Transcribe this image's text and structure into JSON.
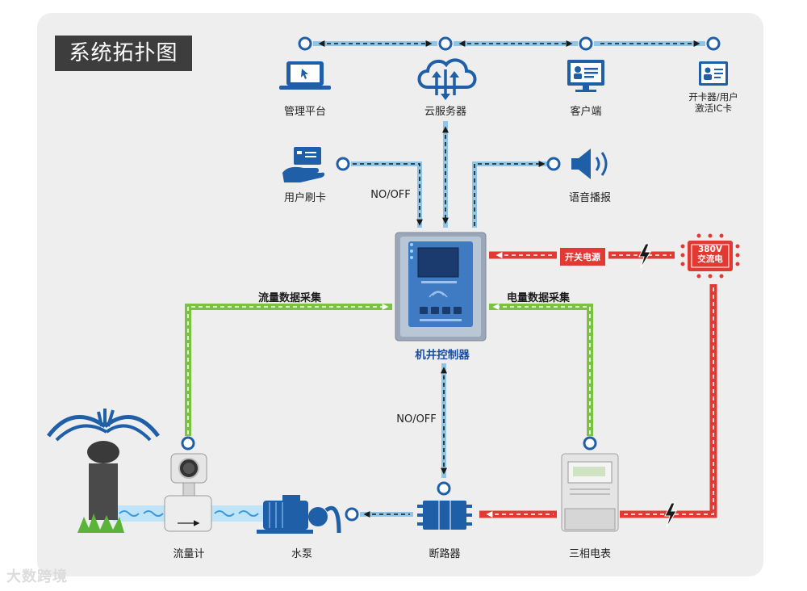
{
  "title": "系统拓扑图",
  "nodes": {
    "management": "管理平台",
    "cloud": "云服务器",
    "client": "客户端",
    "card_issuer_line1": "开卡器/用户",
    "card_issuer_line2": "激活IC卡",
    "card_swipe": "用户刷卡",
    "voice": "语音播报",
    "controller": "机井控制器",
    "flowmeter": "流量计",
    "pump": "水泵",
    "breaker": "断路器",
    "meter": "三相电表"
  },
  "edges": {
    "swipe_signal": "NO/OFF",
    "breaker_signal": "NO/OFF",
    "flow_collect": "流量数据采集",
    "power_collect": "电量数据采集",
    "power_switch": "开关电源",
    "ac_line1": "380V",
    "ac_line2": "交流电"
  },
  "colors": {
    "blue_line": "#8fc6e8",
    "green_line": "#7cc242",
    "red_line": "#e23a33",
    "node_blue": "#1e5fa8"
  },
  "watermark": "大数跨境"
}
